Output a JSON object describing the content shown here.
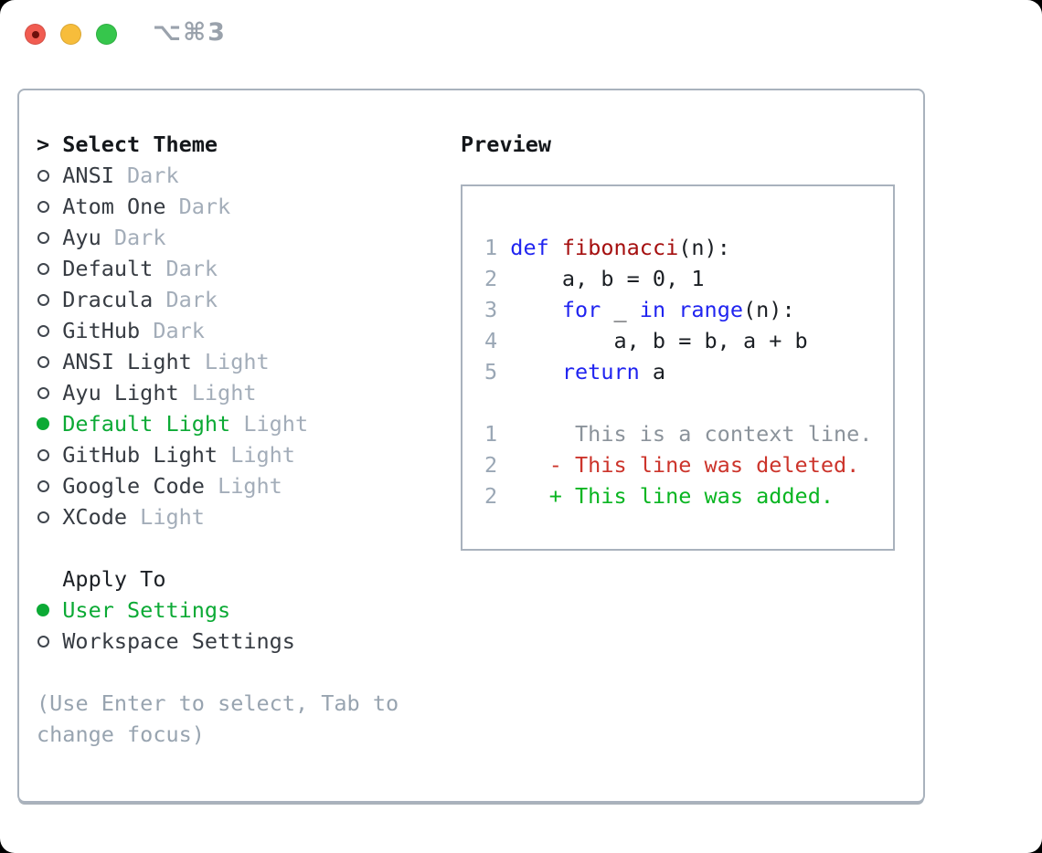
{
  "window": {
    "shortcut_label": "⌥⌘3",
    "traffic_lights": [
      {
        "name": "close",
        "color": "#f15c51",
        "dot_color": "#6e100b"
      },
      {
        "name": "minimize",
        "color": "#f7bd3b"
      },
      {
        "name": "zoom",
        "color": "#36c64c"
      }
    ]
  },
  "theme_list": {
    "prompt": ">",
    "title": "Select Theme",
    "items": [
      {
        "name": "ANSI",
        "variant": "Dark",
        "selected": false
      },
      {
        "name": "Atom One",
        "variant": "Dark",
        "selected": false
      },
      {
        "name": "Ayu",
        "variant": "Dark",
        "selected": false
      },
      {
        "name": "Default",
        "variant": "Dark",
        "selected": false
      },
      {
        "name": "Dracula",
        "variant": "Dark",
        "selected": false
      },
      {
        "name": "GitHub",
        "variant": "Dark",
        "selected": false
      },
      {
        "name": "ANSI Light",
        "variant": "Light",
        "selected": false
      },
      {
        "name": "Ayu Light",
        "variant": "Light",
        "selected": false
      },
      {
        "name": "Default Light",
        "variant": "Light",
        "selected": true
      },
      {
        "name": "GitHub Light",
        "variant": "Light",
        "selected": false
      },
      {
        "name": "Google Code",
        "variant": "Light",
        "selected": false
      },
      {
        "name": "XCode",
        "variant": "Light",
        "selected": false
      }
    ]
  },
  "apply_to": {
    "title": "Apply To",
    "options": [
      {
        "label": "User Settings",
        "selected": true
      },
      {
        "label": "Workspace Settings",
        "selected": false
      }
    ]
  },
  "hint": {
    "line1": "(Use Enter to select, Tab to",
    "line2": "change focus)"
  },
  "preview": {
    "title": "Preview",
    "lines": [
      {
        "segments": [
          [
            "gutter",
            "1 "
          ],
          [
            "keyword",
            "def"
          ],
          [
            "plain",
            " "
          ],
          [
            "function",
            "fibonacci"
          ],
          [
            "plain",
            "(n):"
          ]
        ]
      },
      {
        "segments": [
          [
            "gutter",
            "2 "
          ],
          [
            "plain",
            "    a, b = 0, 1"
          ]
        ]
      },
      {
        "segments": [
          [
            "gutter",
            "3 "
          ],
          [
            "plain",
            "    "
          ],
          [
            "keyword",
            "for"
          ],
          [
            "plain",
            " _ "
          ],
          [
            "keyword",
            "in"
          ],
          [
            "plain",
            " "
          ],
          [
            "keyword",
            "range"
          ],
          [
            "plain",
            "(n):"
          ]
        ]
      },
      {
        "segments": [
          [
            "gutter",
            "4 "
          ],
          [
            "plain",
            "        a, b = b, a + b"
          ]
        ]
      },
      {
        "segments": [
          [
            "gutter",
            "5 "
          ],
          [
            "plain",
            "    "
          ],
          [
            "keyword",
            "return"
          ],
          [
            "plain",
            " a"
          ]
        ]
      },
      {
        "segments": []
      },
      {
        "segments": [
          [
            "gutter",
            "1 "
          ],
          [
            "context",
            "     This is a context line."
          ]
        ]
      },
      {
        "segments": [
          [
            "gutter",
            "2 "
          ],
          [
            "deleted",
            "   - This line was deleted."
          ]
        ]
      },
      {
        "segments": [
          [
            "gutter",
            "2 "
          ],
          [
            "added",
            "   + This line was added."
          ]
        ]
      }
    ]
  },
  "colors": {
    "title_text": "#14171b",
    "item_text": "#363b42",
    "heading_text": "#1c2025",
    "variant_muted": "#a3adb9",
    "hint_gray": "#98a4b0",
    "selection_green": "#0caa35",
    "keyword_blue": "#2024f0",
    "function_red": "#a50f0f",
    "code_plain": "#1b1f24",
    "gutter_gray": "#9aa7b5",
    "context_gray": "#8b939b",
    "deleted_red": "#cc342b",
    "added_green": "#09b521"
  }
}
